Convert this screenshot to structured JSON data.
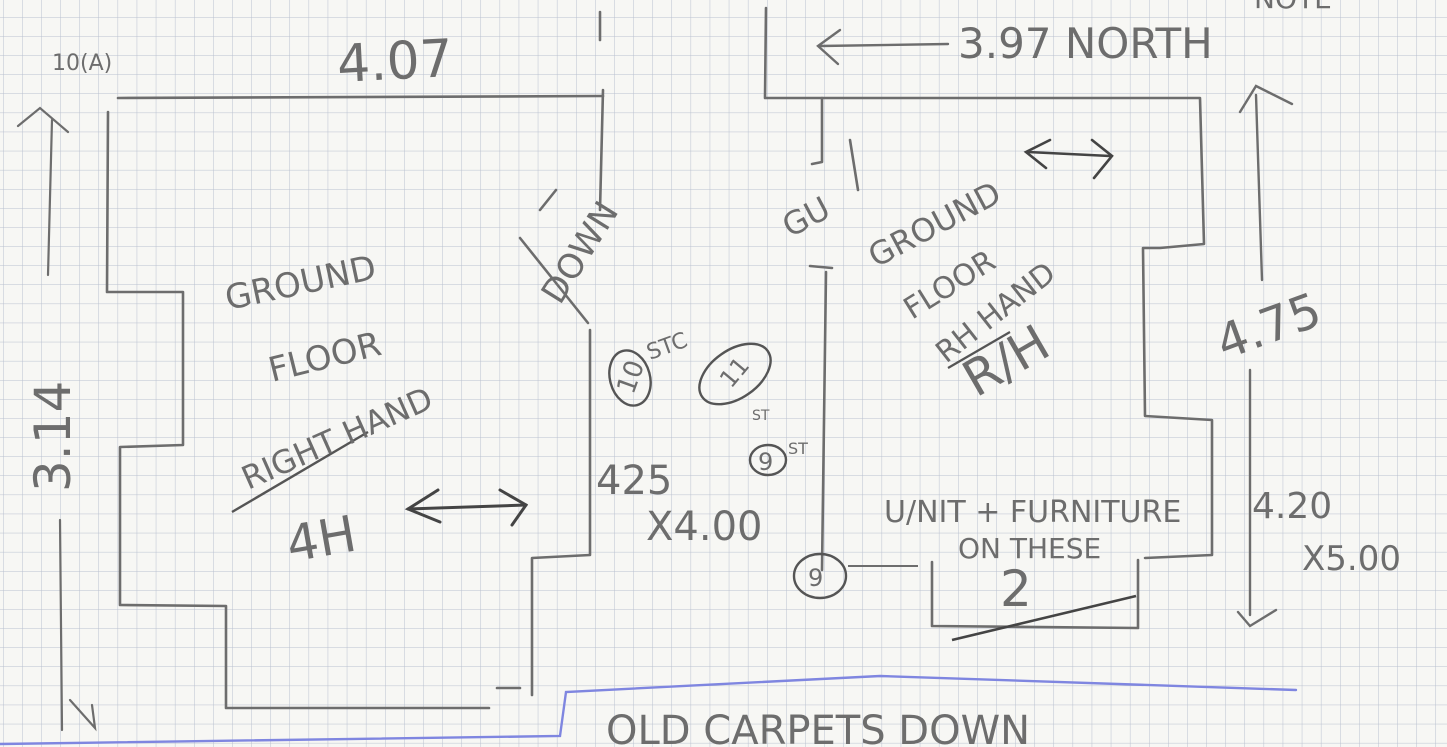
{
  "sheet": {
    "paper_color": "#f7f7f4",
    "grid_color": "#b9c0cf",
    "pencil_color": "#6d6d6d",
    "pen_color": "#7f86e0"
  },
  "labels": {
    "dim_top_left": "4.07",
    "tag_top_left": "10(A)",
    "dim_left_vertical": "3.14",
    "room_left_line1": "GROUND",
    "room_left_line2": "FLOOR",
    "room_left_line3": "RIGHT HAND",
    "room_left_code": "4H",
    "down_label": "DOWN",
    "circle_10": "10",
    "st_10": "STC",
    "circle_11": "11",
    "st_small": "ST",
    "circle_9": "9",
    "st_9": "ST",
    "circle_9_lower": "9",
    "dims_middle_line1": "425",
    "dims_middle_line2": "X4.00",
    "dim_top_right": "3.97 NORTH",
    "room_right_line1": "GROUND",
    "room_right_line2": "FLOOR",
    "room_right_line3": "RH HAND",
    "room_right_code": "R/H",
    "gu_label": "GU",
    "dim_right_vertical": "4.75",
    "note_line1": "U/NIT + FURNITURE",
    "note_line2": "ON THESE",
    "dims_right_line1": "4.20",
    "dims_right_line2": "X5.00",
    "box_number": "2",
    "bottom_note": "OLD CARPETS DOWN",
    "corner_top": "NOTE"
  }
}
